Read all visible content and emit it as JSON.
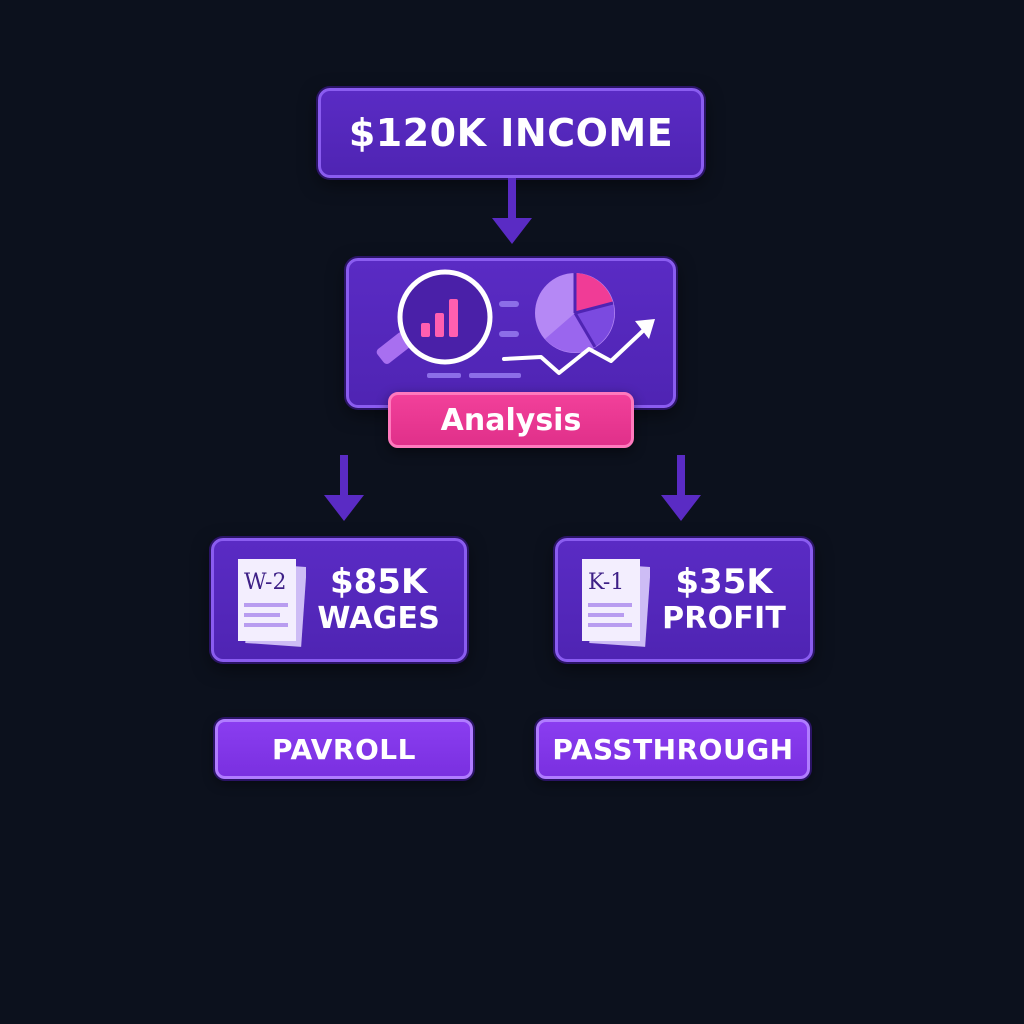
{
  "colors": {
    "background": "#0c111d",
    "box_fill": "#5a2bc4",
    "box_border": "#8a5cf0",
    "badge_fill": "#f2409a",
    "tag_fill": "#8a3df0",
    "arrow": "#5a2bc4"
  },
  "income": {
    "label": "$120K INCOME"
  },
  "analysis": {
    "label": "Analysis",
    "icons": [
      "magnifier-bar-chart-icon",
      "pie-chart-icon",
      "trend-up-arrow-icon"
    ]
  },
  "branches": [
    {
      "form": "W-2",
      "amount": "$85K",
      "description": "WAGES",
      "tag": "PAVROLL",
      "icon": "document-icon"
    },
    {
      "form": "K-1",
      "amount": "$35K",
      "description": "PROFIT",
      "tag": "PASSTHROUGH",
      "icon": "document-icon"
    }
  ]
}
